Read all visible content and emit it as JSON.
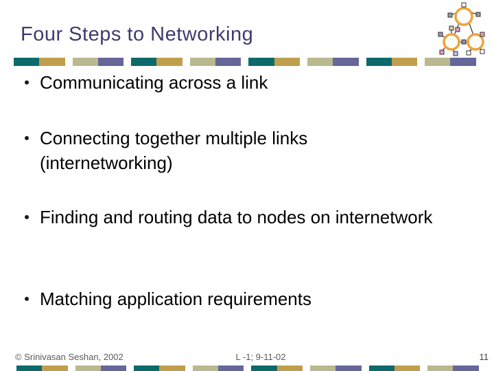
{
  "slide": {
    "title": "Four Steps to Networking",
    "bullets": [
      "Communicating across a link",
      "Connecting together multiple links (internetworking)",
      "Finding and routing data to nodes on internetwork",
      "Matching application requirements"
    ],
    "footer": {
      "copyright": "© Srinivasan Seshan, 2002",
      "lecture": "L -1; 9-11-02",
      "page_number": "11"
    },
    "colors": {
      "title_text": "#3C3C6E",
      "body_text": "#000000",
      "footer_text": "#595959",
      "bar_teal": "#0E6A6A",
      "bar_gold": "#BF9F4D",
      "bar_khaki": "#B9B98F",
      "bar_purple": "#666699",
      "icon_orange": "#EDA33C"
    },
    "decorative_bars": {
      "pattern": [
        "bar_teal",
        "bar_gold",
        "bar_khaki",
        "bar_purple"
      ],
      "pairs": 8
    },
    "icon_name": "network-diagram-icon"
  }
}
